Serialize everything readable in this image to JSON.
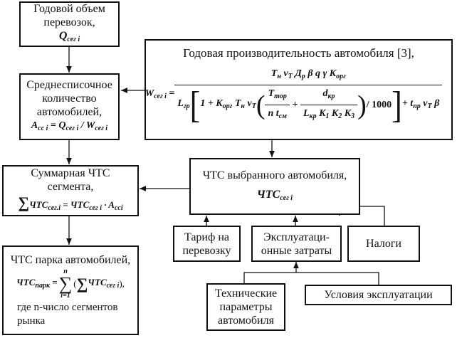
{
  "boxes": {
    "annual_volume": {
      "lines": [
        "Годовой объем",
        "перевозок,"
      ],
      "formula": [
        [
          "Q",
          "сег i"
        ]
      ]
    },
    "avg_count": {
      "lines": [
        "Среднесписочное",
        "количество",
        "автомобилей,"
      ],
      "formula": [
        [
          "A",
          "сс i"
        ],
        [
          " = ",
          ""
        ],
        [
          "Q",
          "сег i"
        ],
        [
          " / ",
          ""
        ],
        [
          "W",
          "сег i"
        ]
      ]
    },
    "productivity": {
      "title": "Годовая производительность автомобиля [3],",
      "lhs": [
        [
          "W",
          "сег i"
        ],
        [
          " =",
          ""
        ]
      ],
      "numerator": [
        [
          "T",
          "н"
        ],
        [
          " v",
          "T"
        ],
        [
          " Д",
          "р"
        ],
        [
          " β q γ K",
          "орг"
        ]
      ],
      "den_L": [
        [
          "L",
          "гр"
        ]
      ],
      "den_inner": [
        [
          "1 + K",
          "орг"
        ],
        [
          " T",
          "н"
        ],
        [
          " v",
          "T"
        ]
      ],
      "frac1_num": [
        [
          "T",
          "тор"
        ]
      ],
      "frac1_den": [
        [
          "n t",
          "см"
        ]
      ],
      "frac2_num": [
        [
          "d",
          "кр"
        ]
      ],
      "frac2_den": [
        [
          "L",
          "кр"
        ],
        [
          " K",
          "1"
        ],
        [
          " K",
          "2"
        ],
        [
          " K",
          "3"
        ]
      ],
      "div": "/ 1000",
      "tail": [
        [
          "+ t",
          "пр"
        ],
        [
          " v",
          "T"
        ],
        [
          " β",
          ""
        ]
      ]
    },
    "total_segment": {
      "lines": [
        "Суммарная ЧТС",
        "сегмента,"
      ],
      "formula": [
        [
          "ЧТС",
          "сег.i"
        ],
        [
          " = ЧТС",
          "сег i"
        ],
        [
          " · A",
          "ссi"
        ]
      ]
    },
    "fleet": {
      "lines": [
        "ЧТС парка автомобилей,"
      ],
      "lhs": [
        [
          "ЧТС",
          "парк"
        ],
        [
          " =",
          ""
        ]
      ],
      "sum_top": "n",
      "sum_bottom": "i=1",
      "rhs": [
        [
          "ЧТС",
          "сег i"
        ]
      ],
      "note": "где n-число сегментов рынка"
    },
    "selected_car": {
      "lines": [
        "ЧТС выбранного автомобиля,"
      ],
      "formula": [
        [
          "ЧТС",
          "сег i"
        ]
      ]
    },
    "tariff": {
      "lines": [
        "Тариф на",
        "перевозку"
      ]
    },
    "operating": {
      "lines": [
        "Эксплуатаци-",
        "онные затраты"
      ]
    },
    "taxes": {
      "lines": [
        "Налоги"
      ]
    },
    "tech": {
      "lines": [
        "Технические",
        "параметры",
        "автомобиля"
      ]
    },
    "conditions": {
      "lines": [
        "Условия эксплуатации"
      ]
    }
  }
}
